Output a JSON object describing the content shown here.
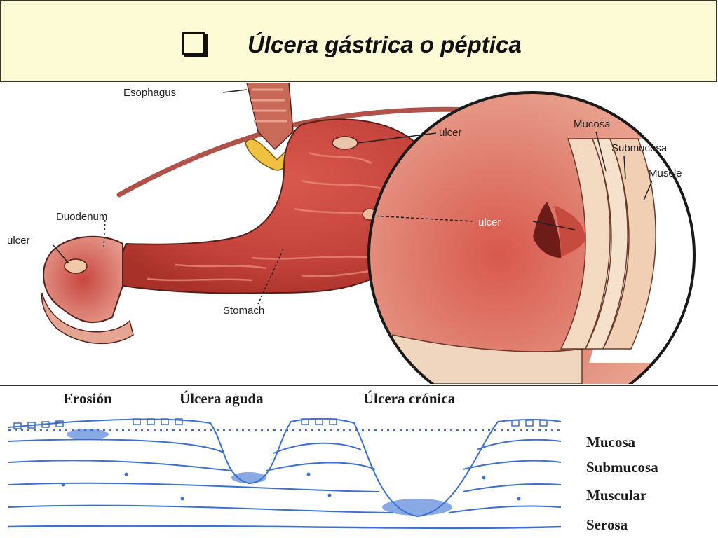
{
  "slide": {
    "title": "Úlcera  gástrica o péptica",
    "checkbox_icon": "checkbox-square-icon"
  },
  "stomach_figure": {
    "labels": {
      "esophagus": "Esophagus",
      "duodenum": "Duodenum",
      "ulcer_duodenal": "ulcer",
      "ulcer_top": "ulcer",
      "ulcer_middle": "ulcer",
      "stomach": "Stomach",
      "mucosa": "Mucosa",
      "submucosa": "Submucosa",
      "muscle": "Muscle"
    },
    "colors": {
      "tissue": "#c8453f",
      "tissue_light": "#e59a8c",
      "wall": "#f3d9c0",
      "outline": "#222222"
    }
  },
  "ulcer_depth_figure": {
    "stage_headers": {
      "erosion": "Erosión",
      "acute": "Úlcera aguda",
      "chronic": "Úlcera crónica"
    },
    "layers": {
      "mucosa": "Mucosa",
      "submucosa": "Submucosa",
      "muscular": "Muscular",
      "serosa": "Serosa"
    },
    "colors": {
      "line": "#3b6fd4"
    }
  }
}
